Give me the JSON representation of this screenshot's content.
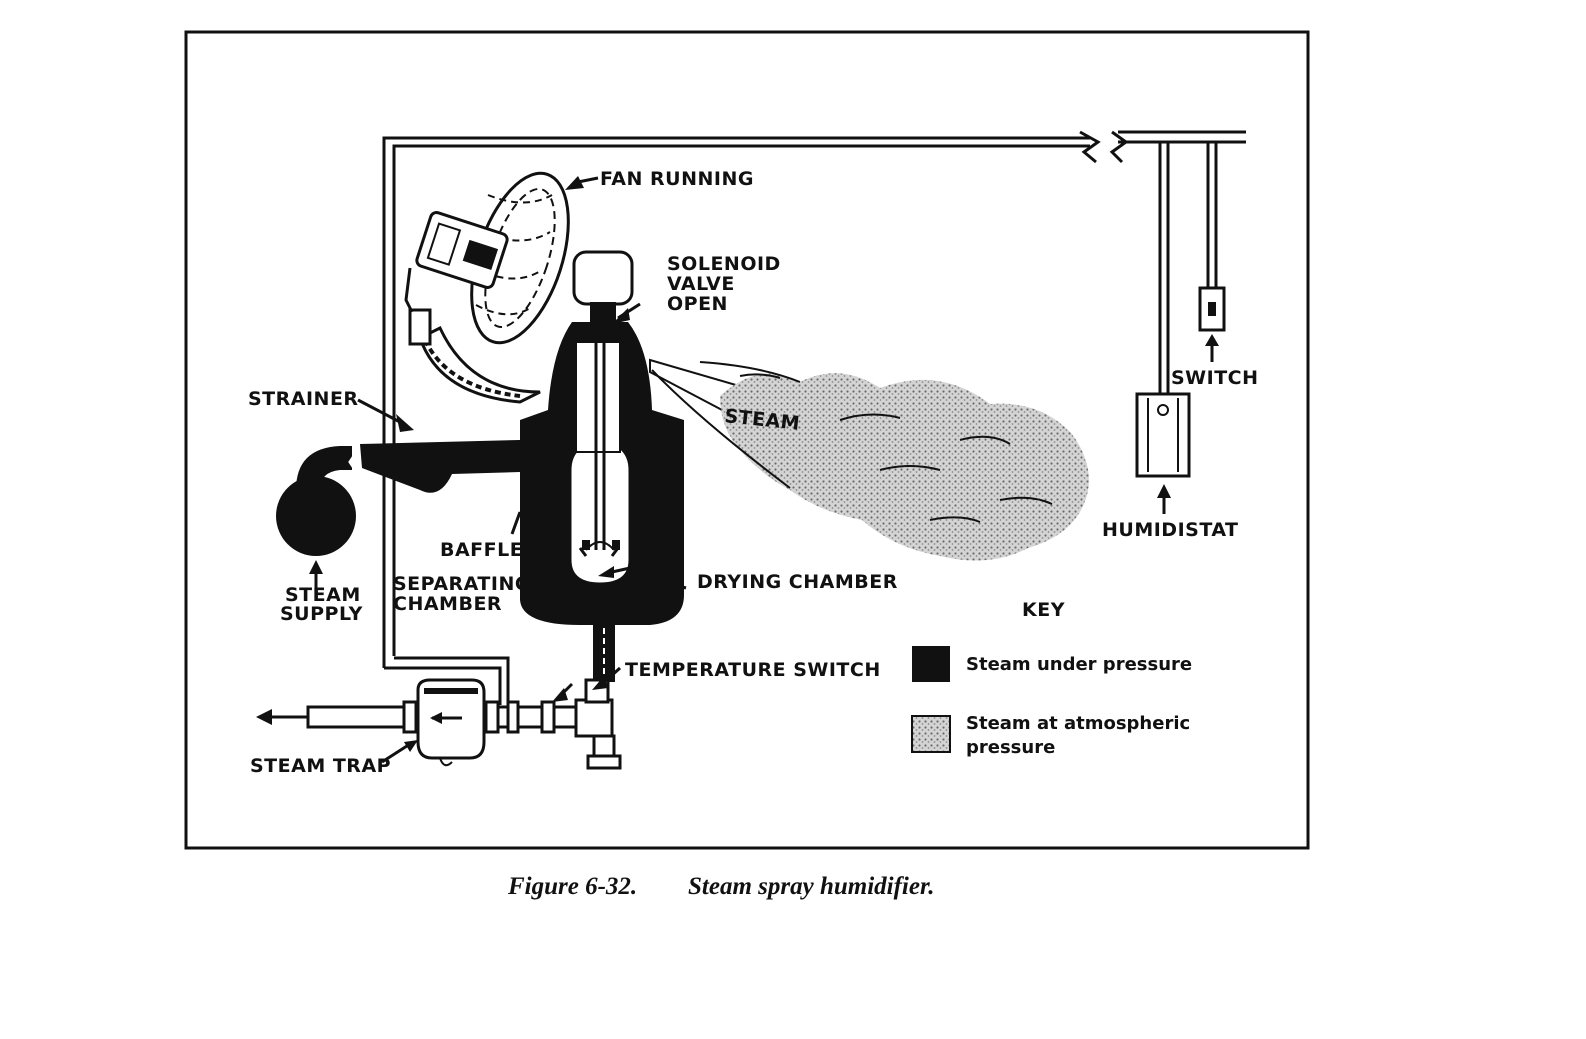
{
  "labels": {
    "fan_running": "FAN RUNNING",
    "solenoid_1": "SOLENOID",
    "solenoid_2": "VALVE",
    "solenoid_3": "OPEN",
    "strainer": "STRAINER",
    "steam": "STEAM",
    "switch": "SWITCH",
    "humidistat": "HUMIDISTAT",
    "baffle": "BAFFLE",
    "steam_supply_1": "STEAM",
    "steam_supply_2": "SUPPLY",
    "separating_1": "SEPARATING",
    "separating_2": "CHAMBER",
    "drying_chamber": "DRYING CHAMBER",
    "temperature_switch": "TEMPERATURE SWITCH",
    "steam_trap": "STEAM TRAP"
  },
  "key": {
    "title": "KEY",
    "item1": "Steam under pressure",
    "item2_line1": "Steam at atmospheric",
    "item2_line2": "pressure"
  },
  "caption": {
    "figure": "Figure 6-32.",
    "title": "Steam spray humidifier."
  },
  "colors": {
    "ink": "#111111",
    "steam_atmospheric": "#bdbdbd",
    "paper": "#ffffff"
  }
}
